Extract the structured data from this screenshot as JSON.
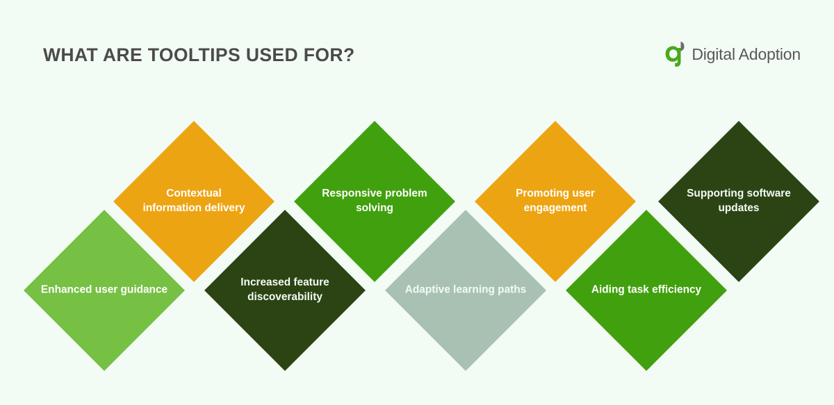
{
  "background_color": "#f3fbf5",
  "header": {
    "title": "WHAT ARE TOOLTIPS USED FOR?",
    "title_color": "#4b4b49"
  },
  "logo": {
    "mark_name": "digital-adoption-a-mark",
    "mark_green": "#4ba81c",
    "mark_gray": "#6d6e70",
    "text": "Digital Adoption",
    "text_color": "#58585a"
  },
  "diamonds": [
    {
      "label": "Enhanced user guidance",
      "color": "#76c043",
      "text_color": "#ffffff",
      "row": "lower",
      "index": 1
    },
    {
      "label": "Contextual information delivery",
      "color": "#eda412",
      "text_color": "#ffffff",
      "row": "upper",
      "index": 2
    },
    {
      "label": "Increased feature discoverability",
      "color": "#2c4414",
      "text_color": "#f3fbf5",
      "row": "lower",
      "index": 3
    },
    {
      "label": "Responsive problem solving",
      "color": "#41a00d",
      "text_color": "#ffffff",
      "row": "upper",
      "index": 4
    },
    {
      "label": "Adaptive learning paths",
      "color": "#a9c1b2",
      "text_color": "#f3fbf5",
      "row": "lower",
      "index": 5
    },
    {
      "label": "Promoting user engagement",
      "color": "#eda412",
      "text_color": "#ffffff",
      "row": "upper",
      "index": 6
    },
    {
      "label": "Aiding task efficiency",
      "color": "#41a00d",
      "text_color": "#ffffff",
      "row": "lower",
      "index": 7
    },
    {
      "label": "Supporting software updates",
      "color": "#2c4414",
      "text_color": "#f3fbf5",
      "row": "upper",
      "index": 8
    }
  ]
}
